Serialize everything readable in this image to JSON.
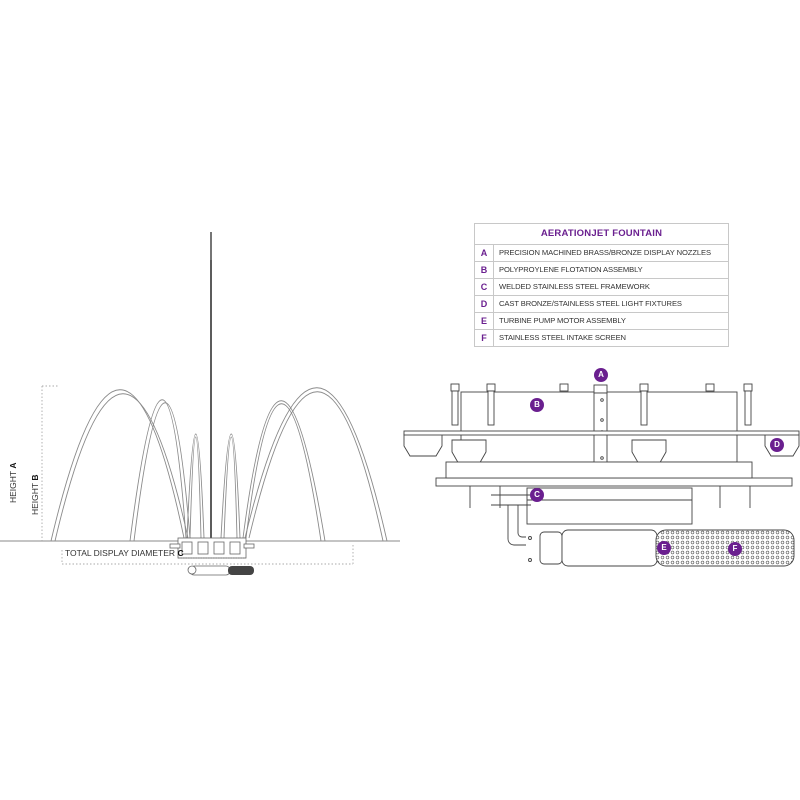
{
  "legend": {
    "title": "AERATIONJET FOUNTAIN",
    "items": [
      {
        "key": "A",
        "label": "PRECISION MACHINED BRASS/BRONZE DISPLAY  NOZZLES"
      },
      {
        "key": "B",
        "label": "POLYPROYLENE FLOTATION ASSEMBLY"
      },
      {
        "key": "C",
        "label": "WELDED STAINLESS STEEL FRAMEWORK"
      },
      {
        "key": "D",
        "label": "CAST BRONZE/STAINLESS STEEL LIGHT FIXTURES"
      },
      {
        "key": "E",
        "label": "TURBINE PUMP MOTOR ASSEMBLY"
      },
      {
        "key": "F",
        "label": "STAINLESS STEEL INTAKE SCREEN"
      }
    ]
  },
  "fountain_diagram": {
    "height_a_label": "HEIGHT",
    "height_a_key": "A",
    "height_b_label": "HEIGHT",
    "height_b_key": "B",
    "diameter_label": "TOTAL DISPLAY DIAMETER",
    "diameter_key": "C"
  },
  "callouts": {
    "a": "A",
    "b": "B",
    "c": "C",
    "d": "D",
    "e": "E",
    "f": "F"
  },
  "colors": {
    "accent": "#6a1f8f",
    "line": "#555555",
    "border": "#c8c8c8"
  }
}
